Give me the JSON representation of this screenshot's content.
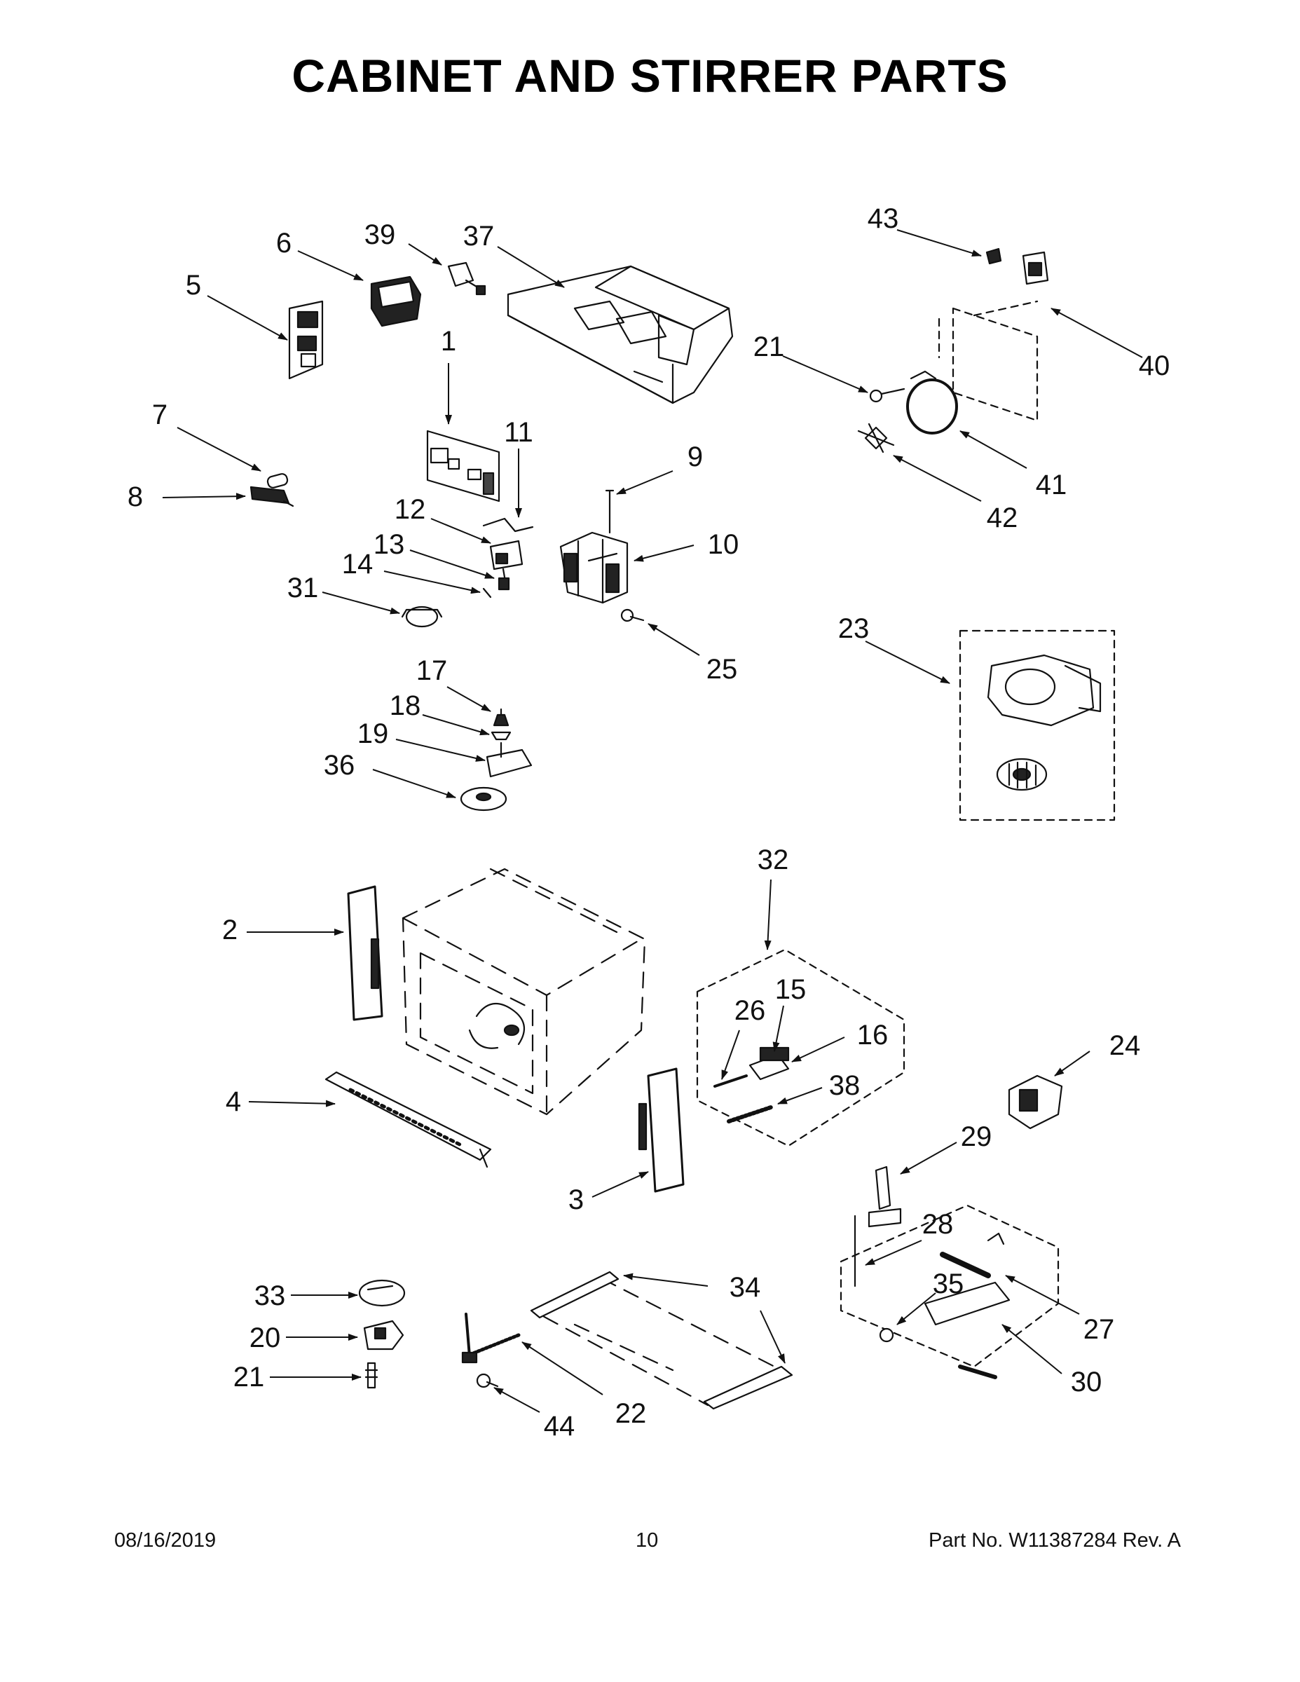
{
  "page": {
    "title": "CABINET AND STIRRER PARTS"
  },
  "callouts": {
    "c1": "1",
    "c2": "2",
    "c3": "3",
    "c4": "4",
    "c5": "5",
    "c6": "6",
    "c7": "7",
    "c8": "8",
    "c9": "9",
    "c10": "10",
    "c11": "11",
    "c12": "12",
    "c13": "13",
    "c14": "14",
    "c15": "15",
    "c16": "16",
    "c17": "17",
    "c18": "18",
    "c19": "19",
    "c20": "20",
    "c21a": "21",
    "c21b": "21",
    "c22": "22",
    "c23": "23",
    "c24": "24",
    "c25": "25",
    "c26": "26",
    "c27": "27",
    "c28": "28",
    "c29": "29",
    "c30": "30",
    "c31": "31",
    "c32": "32",
    "c33": "33",
    "c34": "34",
    "c35": "35",
    "c36": "36",
    "c37": "37",
    "c38": "38",
    "c39": "39",
    "c40": "40",
    "c41": "41",
    "c42": "42",
    "c43": "43",
    "c44": "44"
  },
  "footer": {
    "date": "08/16/2019",
    "page_number": "10",
    "part_number": "Part No.  W11387284  Rev.  A"
  }
}
